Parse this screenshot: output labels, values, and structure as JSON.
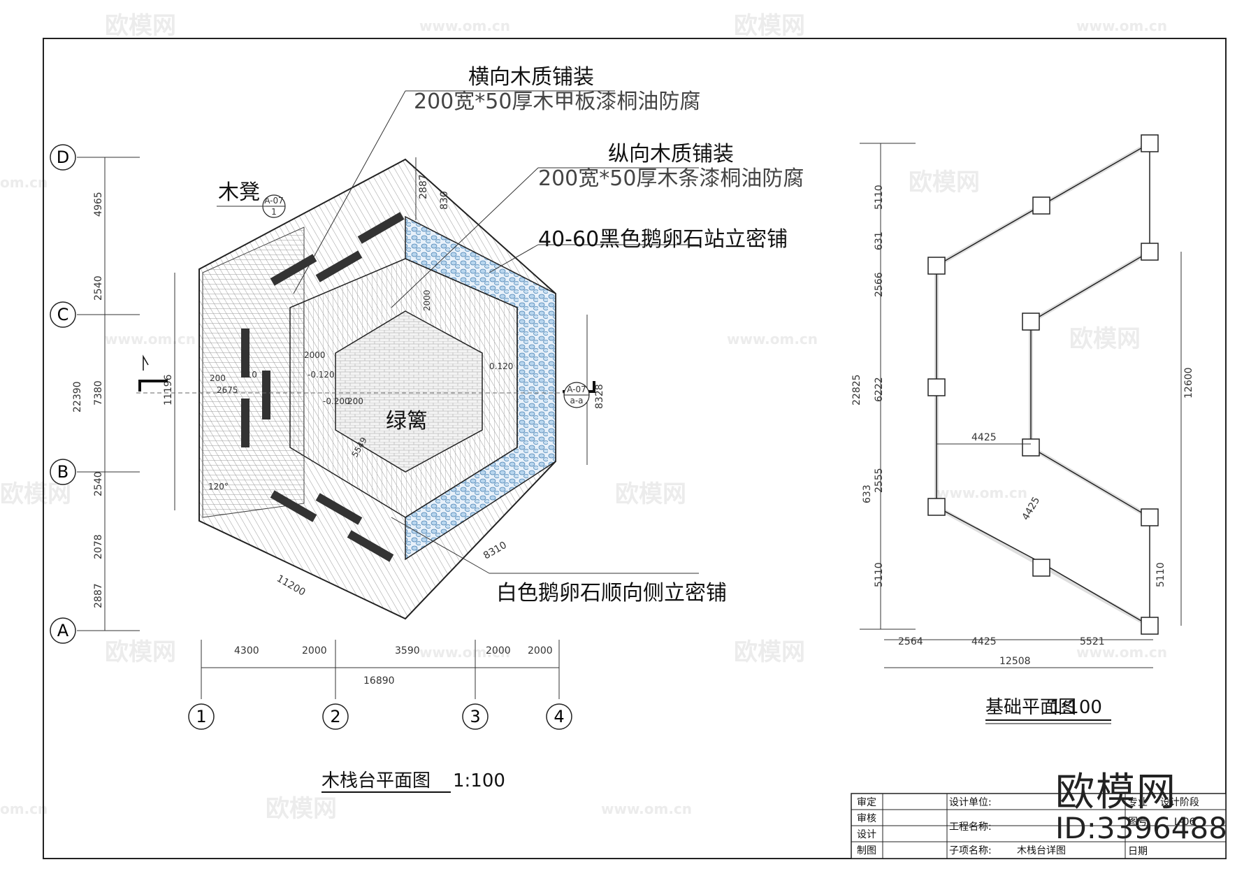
{
  "watermarks": {
    "brand": "欧模网",
    "url": "www.om.cn",
    "url_short": "om.cn"
  },
  "left_plan": {
    "title": "木栈台平面图",
    "scale": "1:100",
    "notes": {
      "horizontal_wood_title": "横向木质铺装",
      "horizontal_wood_spec": "200宽*50厚木甲板漆桐油防腐",
      "vertical_wood_title": "纵向木质铺装",
      "vertical_wood_spec": "200宽*50厚木条漆桐油防腐",
      "black_cobble": "40-60黑色鹅卵石站立密铺",
      "white_cobble": "白色鹅卵石顺向侧立密铺",
      "bench": "木凳",
      "hedge": "绿篱"
    },
    "section_marks": {
      "bench_ref": "A-07",
      "bench_num": "1",
      "section_ref": "A-07",
      "section_id": "a-a"
    },
    "grid_rows": [
      "D",
      "C",
      "B",
      "A"
    ],
    "grid_cols": [
      "1",
      "2",
      "3",
      "4"
    ],
    "left_dims": [
      "4965",
      "2540",
      "7380",
      "2540",
      "2078",
      "2887"
    ],
    "left_total": "22390",
    "inner_height": "11196",
    "right_dims": [
      "2887",
      "830"
    ],
    "right_total": "8328",
    "bottom_dims": [
      "4300",
      "2000",
      "3590",
      "2000",
      "2000"
    ],
    "bottom_total": "16890",
    "diag_dims": [
      "11200",
      "8310"
    ],
    "inner_dims": [
      "2000",
      "2000",
      "200",
      "2675",
      "200",
      "310",
      "5549"
    ],
    "levels": [
      "-0.120",
      "0.120",
      "-0.200"
    ],
    "angle": "120°"
  },
  "right_plan": {
    "title": "基础平面图",
    "scale": "1:100",
    "left_dims": [
      "5110",
      "631",
      "2566",
      "6222",
      "2555",
      "633",
      "5110"
    ],
    "left_total": "22825",
    "right_dims": [
      "12600",
      "5110"
    ],
    "inner_dims": [
      "4425",
      "4425"
    ],
    "bottom_dims": [
      "2564",
      "4425",
      "5521"
    ],
    "bottom_total": "12508"
  },
  "title_block": {
    "row_labels": [
      "审定",
      "审核",
      "设计",
      "制图"
    ],
    "design_unit": "设计单位:",
    "project_name": "工程名称:",
    "sub_item": "子项名称:",
    "sub_item_value": "木栈台详图",
    "drawing_no_label": "图号",
    "drawing_no": "L-06",
    "date_label": "日期",
    "major": "专业",
    "design_stage": "设计阶段"
  },
  "branding": {
    "logo": "欧模网",
    "id": "ID:3396488"
  }
}
